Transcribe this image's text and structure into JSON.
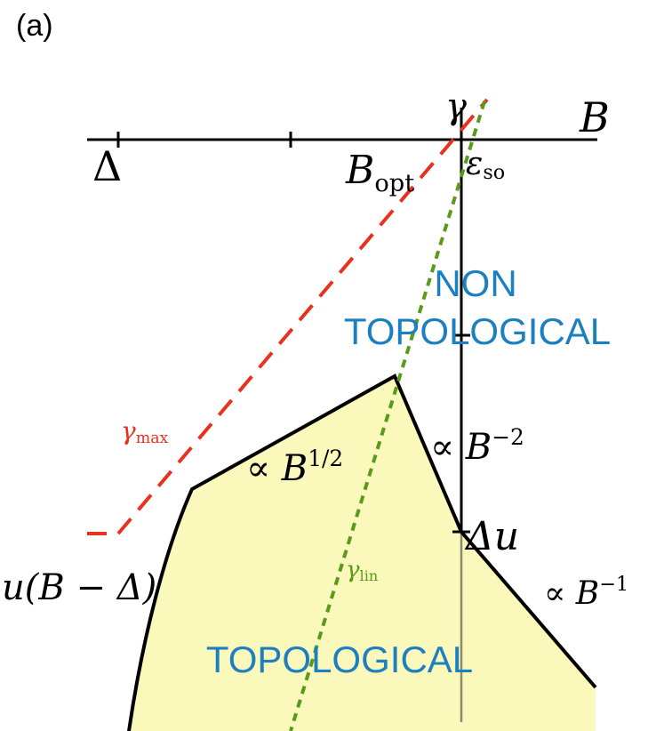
{
  "panel_label": "(a)",
  "axes": {
    "b_axis_label": "B",
    "gamma_axis_label": "γ",
    "delta_tick_label": "Δ",
    "b_opt_label": {
      "base": "B",
      "sub": "opt"
    },
    "epsilon_so_label": {
      "base": "ε",
      "sub": "so"
    },
    "delta_u_label": "Δu"
  },
  "regions": {
    "non_topological_line1": "NON",
    "non_topological_line2": "TOPOLOGICAL",
    "topological": "TOPOLOGICAL"
  },
  "curves": {
    "gamma_max": {
      "base": "γ",
      "sub": "max"
    },
    "gamma_lin": {
      "base": "γ",
      "sub": "lin"
    },
    "left_boundary": "u(B − Δ)",
    "scaling_half": {
      "prefix": "∝ B",
      "exponent": "1/2"
    },
    "scaling_minus_two": {
      "prefix": "∝ B",
      "exponent": "−2"
    },
    "scaling_minus_one": {
      "prefix": "∝ B",
      "exponent": "−1"
    }
  },
  "colors": {
    "axis": "#000000",
    "gamma_max_line": "#e8321e",
    "gamma_lin_line": "#5a9a1a",
    "topological_fill": "#fbf8bc",
    "region_text": "#1c7fc0",
    "gamma_max_text": "#e8321e",
    "gamma_lin_text": "#5a9a1a"
  }
}
